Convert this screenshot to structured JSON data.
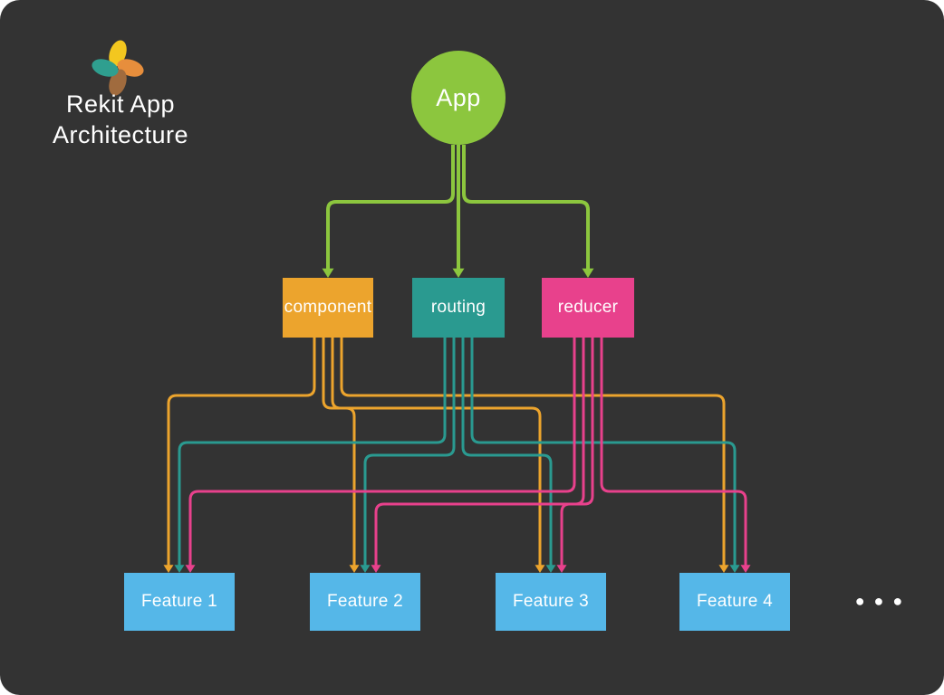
{
  "title": {
    "line1": "Rekit App",
    "line2": "Architecture"
  },
  "colors": {
    "page_background": "#ffffff",
    "canvas_background": "#333333",
    "text": "#ffffff",
    "green": "#8cc63e",
    "orange": "#eca42d",
    "teal": "#2a9a90",
    "pink": "#e8418c",
    "blue": "#55b7e8",
    "logo_yellow": "#f3c71f",
    "logo_orange": "#e78e3c",
    "logo_brown": "#a06b3e",
    "logo_teal": "#2f9f8f"
  },
  "diagram": {
    "root": {
      "id": "app",
      "label": "App",
      "fill": "green"
    },
    "modules": [
      {
        "id": "component",
        "label": "component",
        "fill": "orange"
      },
      {
        "id": "routing",
        "label": "routing",
        "fill": "teal"
      },
      {
        "id": "reducer",
        "label": "reducer",
        "fill": "pink"
      }
    ],
    "features": [
      {
        "id": "feature1",
        "label": "Feature 1",
        "fill": "blue"
      },
      {
        "id": "feature2",
        "label": "Feature 2",
        "fill": "blue"
      },
      {
        "id": "feature3",
        "label": "Feature 3",
        "fill": "blue"
      },
      {
        "id": "feature4",
        "label": "Feature 4",
        "fill": "blue"
      }
    ],
    "more_indicator": "●●●",
    "edges": [
      {
        "from": "app",
        "to": "component"
      },
      {
        "from": "app",
        "to": "routing"
      },
      {
        "from": "app",
        "to": "reducer"
      },
      {
        "from": "component",
        "to": "feature1"
      },
      {
        "from": "component",
        "to": "feature2"
      },
      {
        "from": "component",
        "to": "feature3"
      },
      {
        "from": "component",
        "to": "feature4"
      },
      {
        "from": "routing",
        "to": "feature1"
      },
      {
        "from": "routing",
        "to": "feature2"
      },
      {
        "from": "routing",
        "to": "feature3"
      },
      {
        "from": "routing",
        "to": "feature4"
      },
      {
        "from": "reducer",
        "to": "feature1"
      },
      {
        "from": "reducer",
        "to": "feature2"
      },
      {
        "from": "reducer",
        "to": "feature3"
      },
      {
        "from": "reducer",
        "to": "feature4"
      }
    ]
  }
}
